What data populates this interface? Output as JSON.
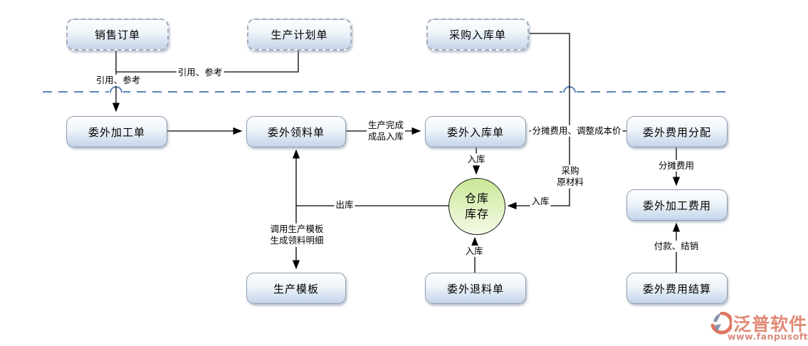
{
  "diagram": {
    "nodes": {
      "sales_order": {
        "label": "销售订单"
      },
      "production_plan": {
        "label": "生产计划单"
      },
      "purchase_receipt": {
        "label": "采购入库单"
      },
      "outsourcing_process": {
        "label": "委外加工单"
      },
      "outsourcing_material_req": {
        "label": "委外领料单"
      },
      "outsourcing_receipt": {
        "label": "委外入库单"
      },
      "outsourcing_cost_alloc": {
        "label": "委外费用分配"
      },
      "outsourcing_process_cost": {
        "label": "委外加工费用"
      },
      "production_template": {
        "label": "生产模板"
      },
      "outsourcing_material_return": {
        "label": "委外退料单"
      },
      "outsourcing_cost_settle": {
        "label": "委外费用结算"
      }
    },
    "warehouse": {
      "line1": "仓库",
      "line2": "库存"
    },
    "edge_labels": {
      "ref_left": "引用、参考",
      "ref_top": "引用、参考",
      "prod_done_1": "生产完成",
      "prod_done_2": "成品入库",
      "inbound_top": "入库",
      "allocate_adjust": "分摊费用、调整成本价",
      "allocate": "分摊费用",
      "pay_settle": "付款、结销",
      "purchase_1": "采购",
      "purchase_2": "原材料",
      "inbound_right": "入库",
      "outbound": "出库",
      "template_1": "调用生产模板",
      "template_2": "生成领料明细",
      "inbound_bottom": "入库"
    },
    "logo": {
      "brand": "泛普软件",
      "url": "www.fanpusoft.com"
    },
    "colors": {
      "separator_dash": "#5b84b8",
      "node_fill_bottom": "#c4d4e9",
      "warehouse_green": "#c8e795",
      "line": "#000000",
      "logo_salmon": "#e18a76",
      "logo_gray": "#8b94a9"
    }
  }
}
